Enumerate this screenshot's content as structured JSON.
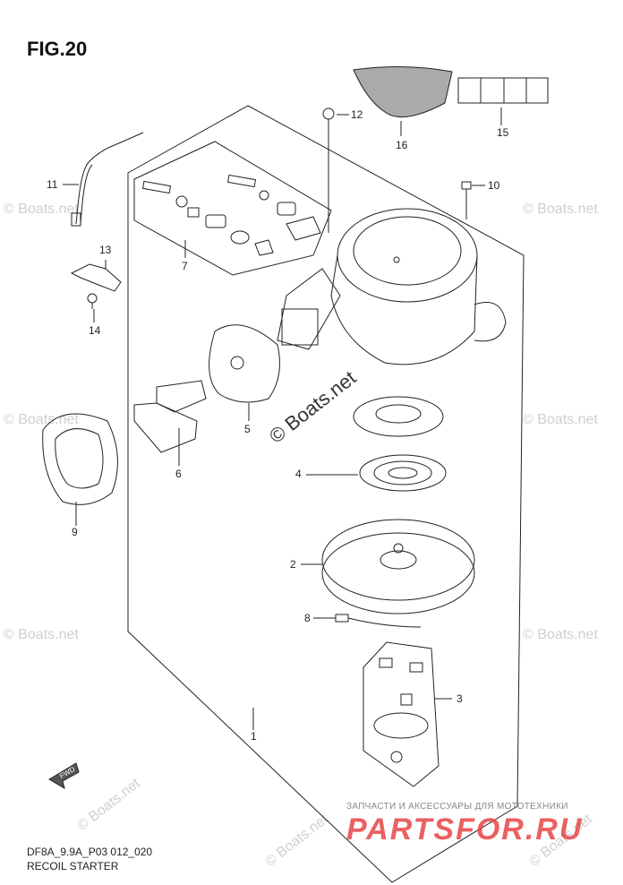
{
  "figure_title": "FIG.20",
  "callouts": {
    "c1": "1",
    "c2": "2",
    "c3": "3",
    "c4": "4",
    "c5": "5",
    "c6": "6",
    "c7": "7",
    "c8": "8",
    "c9": "9",
    "c10": "10",
    "c11": "11",
    "c12": "12",
    "c13": "13",
    "c14": "14",
    "c15": "15",
    "c16": "16"
  },
  "watermark": {
    "small": "© Boats.net",
    "large": "© Boats.net"
  },
  "footer": {
    "model_code": "DF8A_9.9A_P03 012_020",
    "caption": "RECOIL STARTER"
  },
  "shop_banner": {
    "subtitle": "ЗАПЧАСТИ И АКСЕССУАРЫ ДЛЯ МОТОТЕХНИКИ",
    "logo": "PARTSFOR.RU"
  },
  "fwd_label": "FWD",
  "icons": [
    "warning-icon",
    "manual-icon",
    "pull-direction-icon",
    "starter-handle-icon"
  ],
  "colors": {
    "line": "#222222",
    "watermark": "#cfcfcf",
    "shop_logo": "#e84545"
  }
}
